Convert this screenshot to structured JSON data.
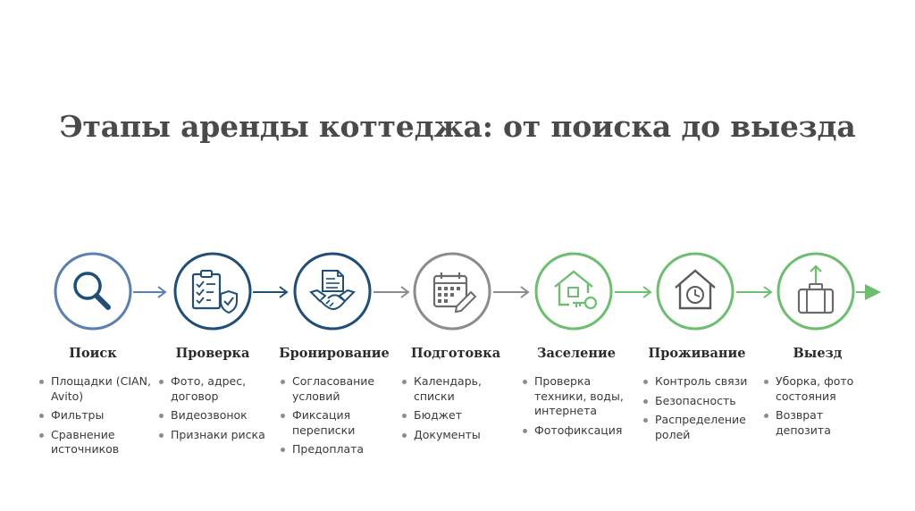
{
  "title": "Этапы аренды коттеджа: от поиска до выезда",
  "colors": {
    "blue_light": "#5a7fb0",
    "blue_dark": "#1f4e79",
    "gray": "#8c8c8c",
    "green": "#6cbf6f",
    "text": "#3a3a3a"
  },
  "stages": [
    {
      "title": "Поиск",
      "icon": "magnifier-icon",
      "color": "#5a7fb0",
      "bullets": [
        "Площадки (CIAN, Avito)",
        "Фильтры",
        "Сравнение источников"
      ]
    },
    {
      "title": "Проверка",
      "icon": "checklist-shield-icon",
      "color": "#1f4e79",
      "bullets": [
        "Фото, адрес, договор",
        "Видеозвонок",
        "Признаки риска"
      ]
    },
    {
      "title": "Бронирование",
      "icon": "handshake-document-icon",
      "color": "#1f4e79",
      "bullets": [
        "Согласование условий",
        "Фиксация переписки",
        "Предоплата"
      ]
    },
    {
      "title": "Подготовка",
      "icon": "calendar-pencil-icon",
      "color": "#8c8c8c",
      "bullets": [
        "Календарь, списки",
        "Бюджет",
        "Документы"
      ]
    },
    {
      "title": "Заселение",
      "icon": "house-key-icon",
      "color": "#6cbf6f",
      "bullets": [
        "Проверка техники, воды, интернета",
        "Фотофиксация"
      ]
    },
    {
      "title": "Проживание",
      "icon": "house-clock-icon",
      "color": "#6cbf6f",
      "bullets": [
        "Контроль связи",
        "Безопасность",
        "Распределение ролей"
      ]
    },
    {
      "title": "Выезд",
      "icon": "suitcase-arrow-icon",
      "color": "#6cbf6f",
      "bullets": [
        "Уборка, фото состояния",
        "Возврат депозита"
      ]
    }
  ]
}
